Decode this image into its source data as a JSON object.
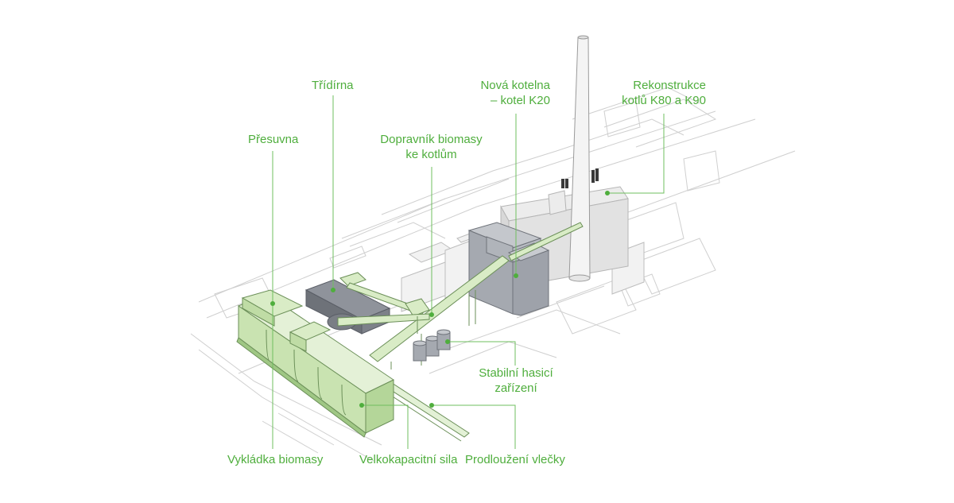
{
  "colors": {
    "accent_green": "#4fae3d",
    "green_fill": "#d9ecc6",
    "green_stroke": "#6b8f58",
    "grey_building": "#a9adb4",
    "light_building": "#e6e6e6",
    "line_work": "#c9c9c9"
  },
  "labels": {
    "tridirna": "Třídírna",
    "presuvna": "Přesuvna",
    "dopravnik_1": "Dopravník biomasy",
    "dopravnik_2": "ke kotlům",
    "kotelna_1": "Nová kotelna",
    "kotelna_2": "– kotel K20",
    "rekonstrukce_1": "Rekonstrukce",
    "rekonstrukce_2": "kotlů K80 a K90",
    "hasici_1": "Stabilní hasicí",
    "hasici_2": "zařízení",
    "vykladka": "Vykládka biomasy",
    "sila": "Velkokapacitní sila",
    "vlecka": "Prodloužení vlečky"
  }
}
